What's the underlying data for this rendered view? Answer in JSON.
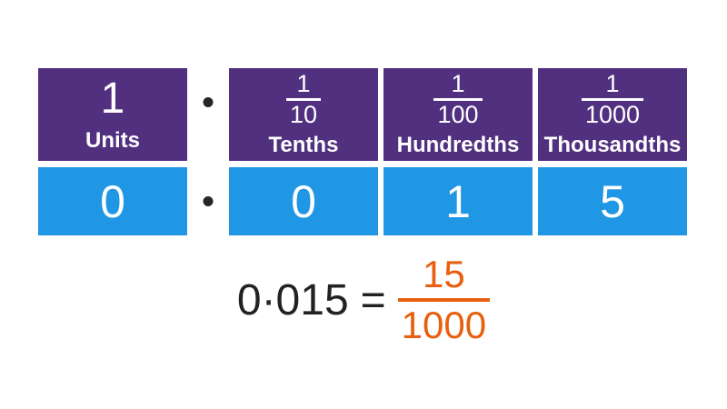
{
  "colors": {
    "header_bg": "#51307F",
    "digit_bg": "#2097E4",
    "box_text": "#FFFFFF",
    "equation_text": "#222222",
    "fraction_orange": "#E8600F",
    "decimal_dot": "#262626",
    "background": "#FFFFFF"
  },
  "place_value_table": {
    "decimal_point": "·",
    "columns": [
      {
        "header_number": "1",
        "label": "Units",
        "digit": "0"
      },
      {
        "fraction_numerator": "1",
        "fraction_denominator": "10",
        "label": "Tenths",
        "digit": "0"
      },
      {
        "fraction_numerator": "1",
        "fraction_denominator": "100",
        "label": "Hundredths",
        "digit": "1"
      },
      {
        "fraction_numerator": "1",
        "fraction_denominator": "1000",
        "label": "Thousandths",
        "digit": "5"
      }
    ]
  },
  "equation": {
    "decimal_value": "0·015",
    "equals_sign": "=",
    "fraction_numerator": "15",
    "fraction_denominator": "1000"
  }
}
